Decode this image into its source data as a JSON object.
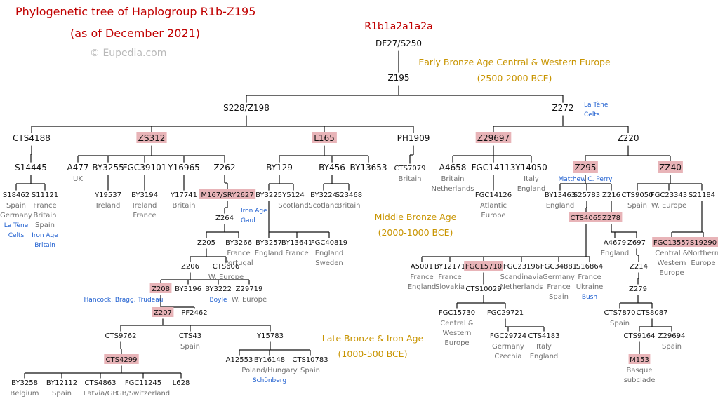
{
  "header": {
    "title": "Phylogenetic tree of Haplogroup R1b-Z195",
    "subtitle": "(as of December 2021)",
    "copyright": "© Eupedia.com",
    "root_label": "R1b1a2a1a2a"
  },
  "eras": {
    "early_bronze": {
      "name": "Early Bronze Age Central & Western Europe",
      "dates": "(2500-2000 BCE)"
    },
    "middle_bronze": {
      "name": "Middle Bronze Age",
      "dates": "(2000-1000 BCE)"
    },
    "late_bronze": {
      "name": "Late Bronze & Iron Age",
      "dates": "(1000-500 BCE)"
    }
  },
  "colors": {
    "title": "#c00000",
    "era": "#c89400",
    "node": "#111111",
    "region": "#707070",
    "culture": "#2060d0",
    "highlight": "#e8b4b8"
  },
  "nodes": [
    {
      "id": "df27",
      "label": "DF27/S250",
      "sub": []
    },
    {
      "id": "z195",
      "label": "Z195",
      "sub": []
    },
    {
      "id": "s228",
      "label": "S228/Z198",
      "sub": []
    },
    {
      "id": "z272",
      "label": "Z272",
      "sub": []
    },
    {
      "id": "cts4188",
      "label": "CTS4188",
      "sub": []
    },
    {
      "id": "zs312",
      "label": "ZS312",
      "hl": true,
      "sub": []
    },
    {
      "id": "l165",
      "label": "L165",
      "hl": true,
      "sub": []
    },
    {
      "id": "ph1909",
      "label": "PH1909",
      "sub": []
    },
    {
      "id": "z29697",
      "label": "Z29697",
      "hl": true,
      "sub": []
    },
    {
      "id": "z220",
      "label": "Z220",
      "sub": []
    },
    {
      "id": "s14445",
      "label": "S14445",
      "sub": []
    },
    {
      "id": "s18462",
      "label": "S18462",
      "small": true,
      "sub": [
        {
          "t": "Spain"
        },
        {
          "t": "Germany"
        },
        {
          "t": "La Tène",
          "c": "culture"
        },
        {
          "t": "Celts",
          "c": "culture"
        }
      ]
    },
    {
      "id": "s11121",
      "label": "S11121",
      "small": true,
      "sub": [
        {
          "t": "France"
        },
        {
          "t": "Britain"
        },
        {
          "t": "Spain"
        },
        {
          "t": "Iron Age",
          "c": "culture"
        },
        {
          "t": "Britain",
          "c": "culture"
        }
      ]
    },
    {
      "id": "a477",
      "label": "A477",
      "sub": [
        {
          "t": "UK"
        }
      ]
    },
    {
      "id": "by3255",
      "label": "BY3255",
      "sub": []
    },
    {
      "id": "fgc39101",
      "label": "FGC39101",
      "sub": []
    },
    {
      "id": "y16965",
      "label": "Y16965",
      "sub": []
    },
    {
      "id": "z262",
      "label": "Z262",
      "sub": []
    },
    {
      "id": "y19537",
      "label": "Y19537",
      "small": true,
      "sub": [
        {
          "t": "Ireland"
        }
      ]
    },
    {
      "id": "by3194",
      "label": "BY3194",
      "small": true,
      "sub": [
        {
          "t": "Ireland"
        },
        {
          "t": "France"
        }
      ]
    },
    {
      "id": "y17741",
      "label": "Y17741",
      "small": true,
      "sub": [
        {
          "t": "Britain"
        }
      ]
    },
    {
      "id": "m167",
      "label": "M167/SRY2627",
      "hl": true,
      "small": true,
      "sub": []
    },
    {
      "id": "z264",
      "label": "Z264",
      "small": true,
      "sub": []
    },
    {
      "id": "z205",
      "label": "Z205",
      "small": true,
      "sub": []
    },
    {
      "id": "by3266",
      "label": "BY3266",
      "small": true,
      "sub": [
        {
          "t": "France"
        },
        {
          "t": "Portugal"
        }
      ]
    },
    {
      "id": "z206",
      "label": "Z206",
      "small": true,
      "sub": []
    },
    {
      "id": "cts606",
      "label": "CTS606",
      "small": true,
      "sub": [
        {
          "t": "W. Europe"
        }
      ]
    },
    {
      "id": "z208",
      "label": "Z208",
      "hl": true,
      "small": true,
      "sub": []
    },
    {
      "id": "by3196",
      "label": "BY3196",
      "small": true,
      "sub": []
    },
    {
      "id": "by3222",
      "label": "BY3222",
      "small": true,
      "sub": [
        {
          "t": "Boyle",
          "c": "culture"
        }
      ]
    },
    {
      "id": "z29719",
      "label": "Z29719",
      "small": true,
      "sub": [
        {
          "t": "W. Europe"
        }
      ]
    },
    {
      "id": "z207",
      "label": "Z207",
      "hl": true,
      "small": true,
      "sub": []
    },
    {
      "id": "pf2462",
      "label": "PF2462",
      "small": true,
      "sub": []
    },
    {
      "id": "cts9762",
      "label": "CTS9762",
      "small": true,
      "sub": []
    },
    {
      "id": "cts43",
      "label": "CTS43",
      "small": true,
      "sub": [
        {
          "t": "Spain"
        }
      ]
    },
    {
      "id": "y15783",
      "label": "Y15783",
      "small": true,
      "sub": []
    },
    {
      "id": "cts4299",
      "label": "CTS4299",
      "hl": true,
      "small": true,
      "sub": []
    },
    {
      "id": "by3258",
      "label": "BY3258",
      "small": true,
      "sub": [
        {
          "t": "Belgium"
        }
      ]
    },
    {
      "id": "by12112",
      "label": "BY12112",
      "small": true,
      "sub": [
        {
          "t": "Spain"
        }
      ]
    },
    {
      "id": "cts4863",
      "label": "CTS4863",
      "small": true,
      "sub": [
        {
          "t": "Latvia/GB"
        }
      ]
    },
    {
      "id": "fgc11245",
      "label": "FGC11245",
      "small": true,
      "sub": [
        {
          "t": "GB/Switzerland"
        }
      ]
    },
    {
      "id": "l628",
      "label": "L628",
      "small": true,
      "sub": []
    },
    {
      "id": "a12553",
      "label": "A12553",
      "small": true,
      "sub": []
    },
    {
      "id": "by16148",
      "label": "BY16148",
      "small": true,
      "sub": [
        {
          "t": "Poland/Hungary"
        },
        {
          "t": "Schönberg",
          "c": "culture"
        }
      ]
    },
    {
      "id": "cts10783",
      "label": "CTS10783",
      "small": true,
      "sub": [
        {
          "t": "Spain"
        }
      ]
    },
    {
      "id": "by129",
      "label": "BY129",
      "sub": []
    },
    {
      "id": "by456",
      "label": "BY456",
      "sub": []
    },
    {
      "id": "by13653",
      "label": "BY13653",
      "sub": []
    },
    {
      "id": "by3225",
      "label": "BY3225",
      "small": true,
      "sub": []
    },
    {
      "id": "y5124",
      "label": "Y5124",
      "small": true,
      "sub": [
        {
          "t": "Scotland"
        }
      ]
    },
    {
      "id": "by3224",
      "label": "BY3224",
      "small": true,
      "sub": [
        {
          "t": "Scotland"
        }
      ]
    },
    {
      "id": "s23468",
      "label": "S23468",
      "small": true,
      "sub": [
        {
          "t": "Britain"
        }
      ]
    },
    {
      "id": "by3257",
      "label": "BY3257",
      "small": true,
      "sub": [
        {
          "t": "England"
        }
      ]
    },
    {
      "id": "by13641",
      "label": "BY13641",
      "small": true,
      "sub": [
        {
          "t": "France"
        }
      ]
    },
    {
      "id": "fgc40819",
      "label": "FGC40819",
      "small": true,
      "sub": [
        {
          "t": "England"
        },
        {
          "t": "Sweden"
        }
      ]
    },
    {
      "id": "cts7079",
      "label": "CTS7079",
      "small": true,
      "sub": [
        {
          "t": "Britain"
        }
      ]
    },
    {
      "id": "a4658",
      "label": "A4658",
      "sub": [
        {
          "t": "Britain"
        },
        {
          "t": "Netherlands"
        }
      ]
    },
    {
      "id": "fgc14113",
      "label": "FGC14113",
      "sub": []
    },
    {
      "id": "fgc14126",
      "label": "FGC14126",
      "small": true,
      "sub": [
        {
          "t": "Atlantic"
        },
        {
          "t": "Europe"
        }
      ]
    },
    {
      "id": "y14050",
      "label": "Y14050",
      "sub": [
        {
          "t": "Italy"
        },
        {
          "t": "England"
        }
      ]
    },
    {
      "id": "z295",
      "label": "Z295",
      "hl": true,
      "sub": [
        {
          "t": "Matthew C. Perry",
          "c": "culture"
        }
      ]
    },
    {
      "id": "zz40",
      "label": "ZZ40",
      "hl": true,
      "sub": []
    },
    {
      "id": "by13463",
      "label": "BY13463",
      "small": true,
      "sub": [
        {
          "t": "England"
        }
      ]
    },
    {
      "id": "s25783",
      "label": "S25783",
      "small": true,
      "sub": []
    },
    {
      "id": "z216",
      "label": "Z216",
      "small": true,
      "sub": []
    },
    {
      "id": "cts4065",
      "label": "CTS4065",
      "hl": true,
      "small": true,
      "sub": []
    },
    {
      "id": "z278",
      "label": "Z278",
      "hl": true,
      "small": true,
      "sub": []
    },
    {
      "id": "a4679",
      "label": "A4679",
      "small": true,
      "sub": [
        {
          "t": "England"
        }
      ]
    },
    {
      "id": "z697",
      "label": "Z697",
      "small": true,
      "sub": []
    },
    {
      "id": "z214",
      "label": "Z214",
      "small": true,
      "sub": []
    },
    {
      "id": "z279",
      "label": "Z279",
      "small": true,
      "sub": []
    },
    {
      "id": "cts7870",
      "label": "CTS7870",
      "small": true,
      "sub": [
        {
          "t": "Spain"
        }
      ]
    },
    {
      "id": "cts8087",
      "label": "CTS8087",
      "small": true,
      "sub": []
    },
    {
      "id": "cts9164",
      "label": "CTS9164",
      "small": true,
      "sub": []
    },
    {
      "id": "z29694",
      "label": "Z29694",
      "small": true,
      "sub": [
        {
          "t": "Spain"
        }
      ]
    },
    {
      "id": "m153",
      "label": "M153",
      "hl": true,
      "small": true,
      "sub": [
        {
          "t": "Basque"
        },
        {
          "t": "subclade"
        }
      ]
    },
    {
      "id": "cts9050",
      "label": "CTS9050",
      "small": true,
      "sub": [
        {
          "t": "Spain"
        }
      ]
    },
    {
      "id": "fgc23343",
      "label": "FGC23343",
      "small": true,
      "sub": [
        {
          "t": "W. Europe"
        }
      ]
    },
    {
      "id": "s21184",
      "label": "S21184",
      "small": true,
      "sub": []
    },
    {
      "id": "fgc13557",
      "label": "FGC13557",
      "hl": true,
      "small": true,
      "sub": [
        {
          "t": "Central &"
        },
        {
          "t": "Western"
        },
        {
          "t": "Europe"
        }
      ]
    },
    {
      "id": "s19290",
      "label": "S19290",
      "hl": true,
      "small": true,
      "sub": [
        {
          "t": "Northern"
        },
        {
          "t": "Europe"
        }
      ]
    },
    {
      "id": "a5001",
      "label": "A5001",
      "small": true,
      "sub": [
        {
          "t": "France"
        },
        {
          "t": "England"
        }
      ]
    },
    {
      "id": "by12171",
      "label": "BY12171",
      "small": true,
      "sub": [
        {
          "t": "France"
        },
        {
          "t": "Slovakia"
        }
      ]
    },
    {
      "id": "fgc15710",
      "label": "FGC15710",
      "hl": true,
      "small": true,
      "sub": []
    },
    {
      "id": "fgc23196",
      "label": "FGC23196",
      "small": true,
      "sub": [
        {
          "t": "Scandinavia"
        },
        {
          "t": "Netherlands"
        }
      ]
    },
    {
      "id": "fgc34881",
      "label": "FGC34881",
      "small": true,
      "sub": [
        {
          "t": "Germany"
        },
        {
          "t": "France"
        },
        {
          "t": "Spain"
        }
      ]
    },
    {
      "id": "s16864",
      "label": "S16864",
      "small": true,
      "sub": [
        {
          "t": "France"
        },
        {
          "t": "Ukraine"
        },
        {
          "t": "Bush",
          "c": "culture"
        }
      ]
    },
    {
      "id": "cts10029",
      "label": "CTS10029",
      "small": true,
      "sub": []
    },
    {
      "id": "fgc15730",
      "label": "FGC15730",
      "small": true,
      "sub": [
        {
          "t": "Central &"
        },
        {
          "t": "Western"
        },
        {
          "t": "Europe"
        }
      ]
    },
    {
      "id": "fgc29721",
      "label": "FGC29721",
      "small": true,
      "sub": []
    },
    {
      "id": "fgc29724",
      "label": "FGC29724",
      "small": true,
      "sub": [
        {
          "t": "Germany"
        },
        {
          "t": "Czechia"
        }
      ]
    },
    {
      "id": "cts4183",
      "label": "CTS4183",
      "small": true,
      "sub": [
        {
          "t": "Italy"
        },
        {
          "t": "England"
        }
      ]
    }
  ],
  "annotations": [
    {
      "id": "z272-culture",
      "lines": [
        "La Tène",
        "Celts"
      ]
    },
    {
      "id": "m167-culture",
      "lines": [
        "Iron Age",
        "Gaul"
      ]
    },
    {
      "id": "z208-culture",
      "lines": [
        "Hancock, Bragg, Trudeau"
      ]
    }
  ]
}
